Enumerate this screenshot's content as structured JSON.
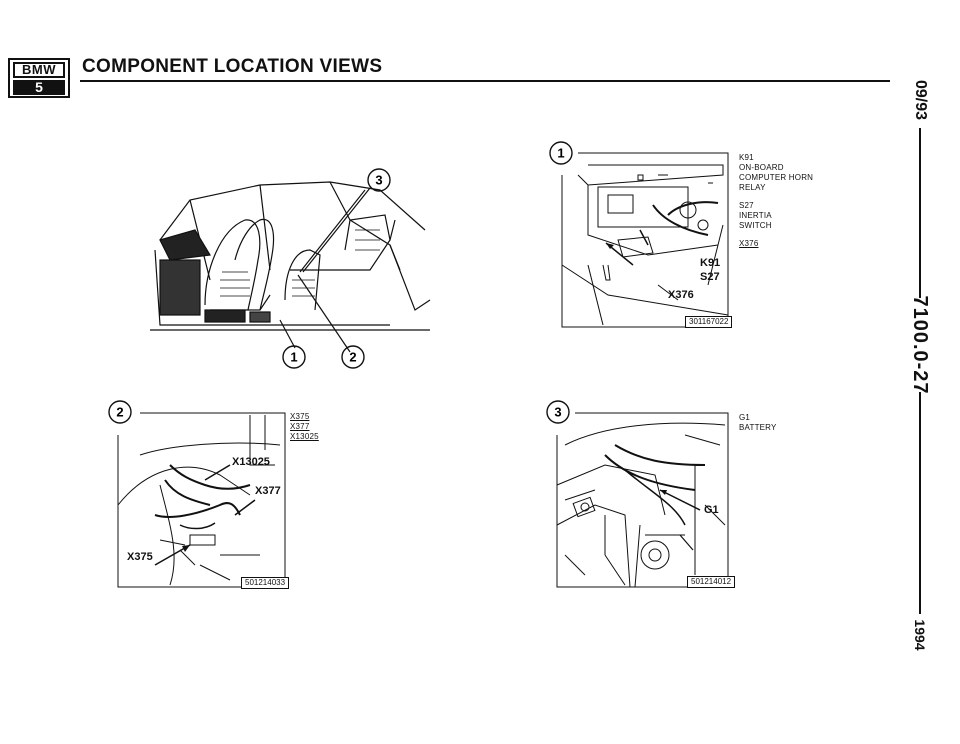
{
  "header": {
    "logo_brand": "BMW",
    "logo_series": "5",
    "title": "COMPONENT LOCATION VIEWS"
  },
  "side": {
    "date": "09/93",
    "page_number": "7100.0-27",
    "year": "1994"
  },
  "overview": {
    "callouts": [
      "1",
      "2",
      "3"
    ]
  },
  "view1": {
    "number": "1",
    "legend": [
      {
        "lines": [
          "K91",
          "ON-BOARD",
          "COMPUTER HORN",
          "RELAY"
        ]
      },
      {
        "lines": [
          "S27",
          "INERTIA",
          "SWITCH"
        ]
      },
      {
        "lines": [
          "X376"
        ],
        "underline": true
      }
    ],
    "labels": [
      "K91",
      "S27",
      "X376"
    ],
    "ref": "301167022"
  },
  "view2": {
    "number": "2",
    "legend": [
      "X375",
      "X377",
      "X13025"
    ],
    "labels": [
      "X13025",
      "X377",
      "X375"
    ],
    "ref": "501214033"
  },
  "view3": {
    "number": "3",
    "legend": [
      "G1",
      "BATTERY"
    ],
    "labels": [
      "G1"
    ],
    "ref": "501214012"
  }
}
